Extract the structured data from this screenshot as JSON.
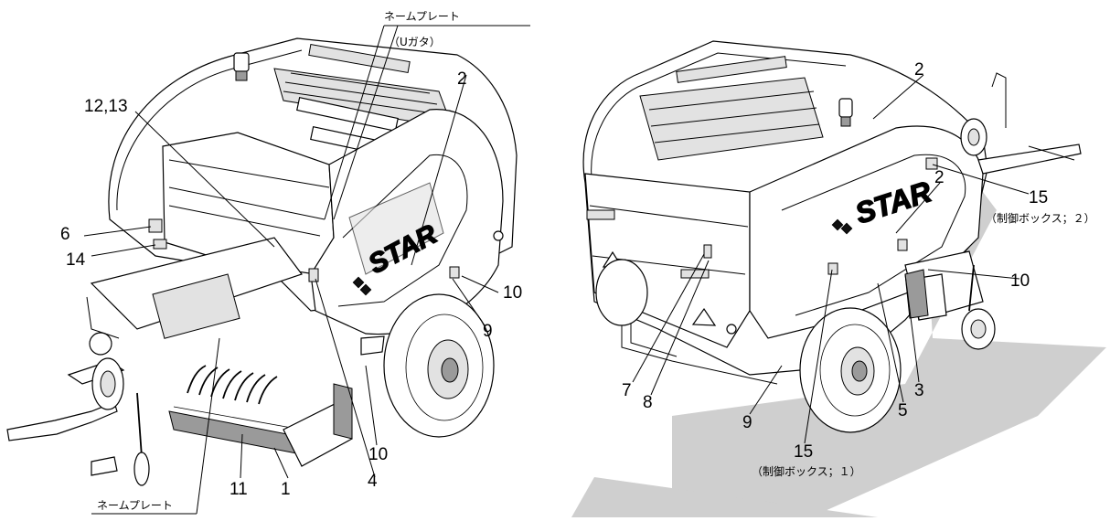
{
  "left_view": {
    "nameplate_top": "ネームプレート",
    "nameplate_top_sub": "（Uガタ）",
    "nameplate_bottom": "ネームプレート",
    "brand": "STAR",
    "labels": [
      "2",
      "12,13",
      "6",
      "14",
      "10",
      "9",
      "10",
      "4",
      "11",
      "1"
    ]
  },
  "right_view": {
    "brand": "STAR",
    "control_box_2": "（制御ボックス；２）",
    "control_box_1": "（制御ボックス；１）",
    "labels": [
      "2",
      "2",
      "15",
      "10",
      "7",
      "8",
      "9",
      "3",
      "5",
      "15"
    ]
  }
}
